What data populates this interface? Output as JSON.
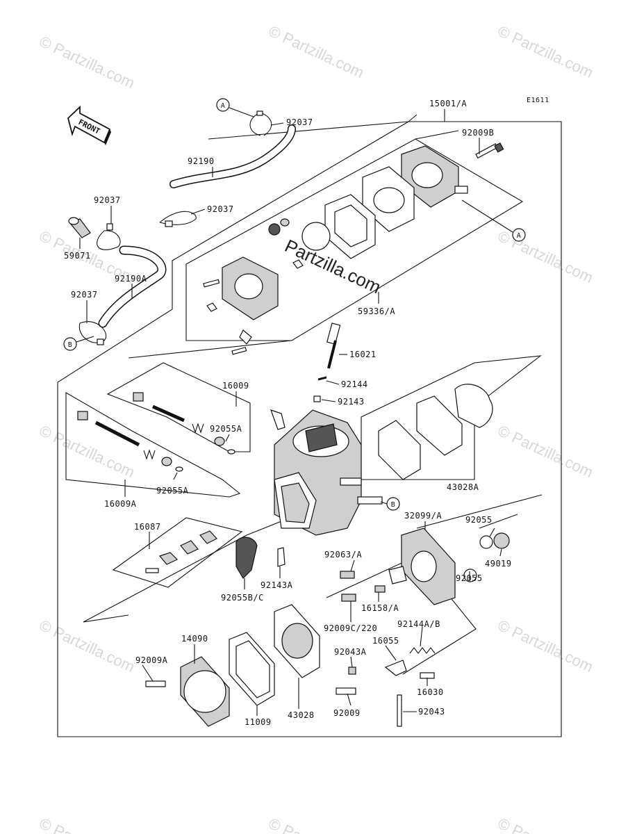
{
  "diagram_code": "E1611",
  "front_label": "FRONT",
  "watermark": "© Partzilla.com",
  "watermark_center": "Partzilla.com",
  "callouts": {
    "a": "A",
    "b": "B"
  },
  "parts": {
    "p15001A": "15001/A",
    "p92009B": "92009B",
    "p92037_top": "92037",
    "p92190": "92190",
    "p92037_mid": "92037",
    "p92037_left": "92037",
    "p59071": "59071",
    "p92190A": "92190A",
    "p92037_low": "92037",
    "p59336A": "59336/A",
    "p16021": "16021",
    "p92144": "92144",
    "p92143": "92143",
    "p16009": "16009",
    "p92055A_top": "92055A",
    "p16009A": "16009A",
    "p92055A_bot": "92055A",
    "p43028A": "43028A",
    "p32099A": "32099/A",
    "p92055_a": "92055",
    "p49019": "49019",
    "p92055_b": "92055",
    "p16087": "16087",
    "p92143A": "92143A",
    "p92055BC": "92055B/C",
    "p92063A": "92063/A",
    "p16158A": "16158/A",
    "p92009C220": "92009C/220",
    "p92144AB": "92144A/B",
    "p16055": "16055",
    "p14090": "14090",
    "p92009A": "92009A",
    "p92043A": "92043A",
    "p16030": "16030",
    "p43028": "43028",
    "p11009": "11009",
    "p92009": "92009",
    "p92043": "92043"
  }
}
